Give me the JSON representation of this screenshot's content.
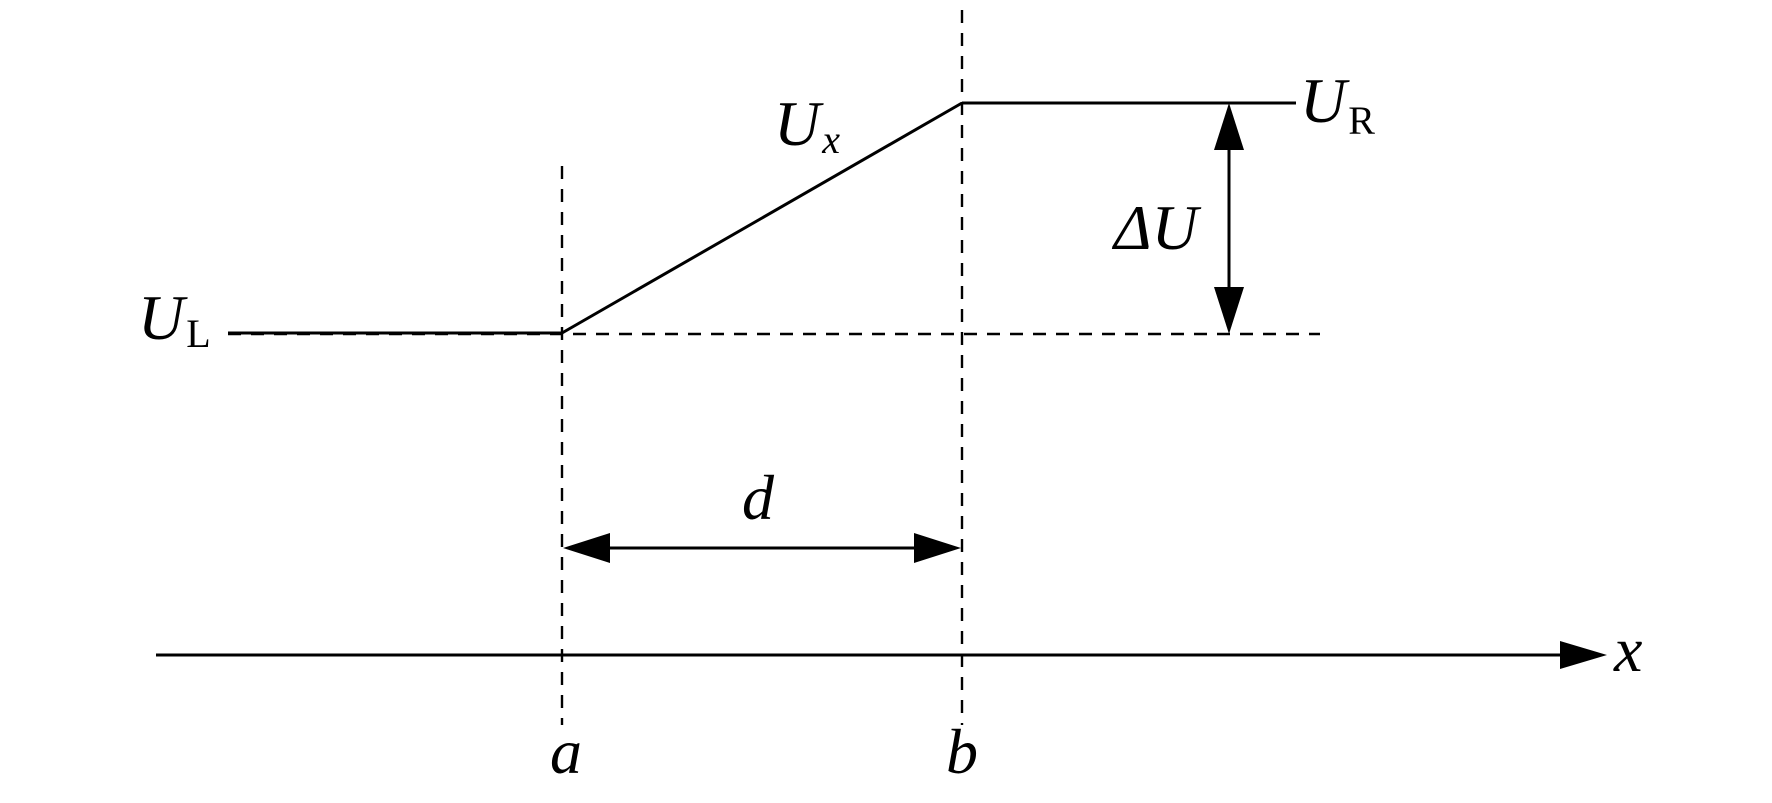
{
  "labels": {
    "u_left_main": "U",
    "u_left_sub": "L",
    "u_right_main": "U",
    "u_right_sub": "R",
    "u_x_main": "U",
    "u_x_sub": "x",
    "delta_u": "ΔU",
    "distance": "d",
    "axis": "x",
    "point_a": "a",
    "point_b": "b"
  }
}
